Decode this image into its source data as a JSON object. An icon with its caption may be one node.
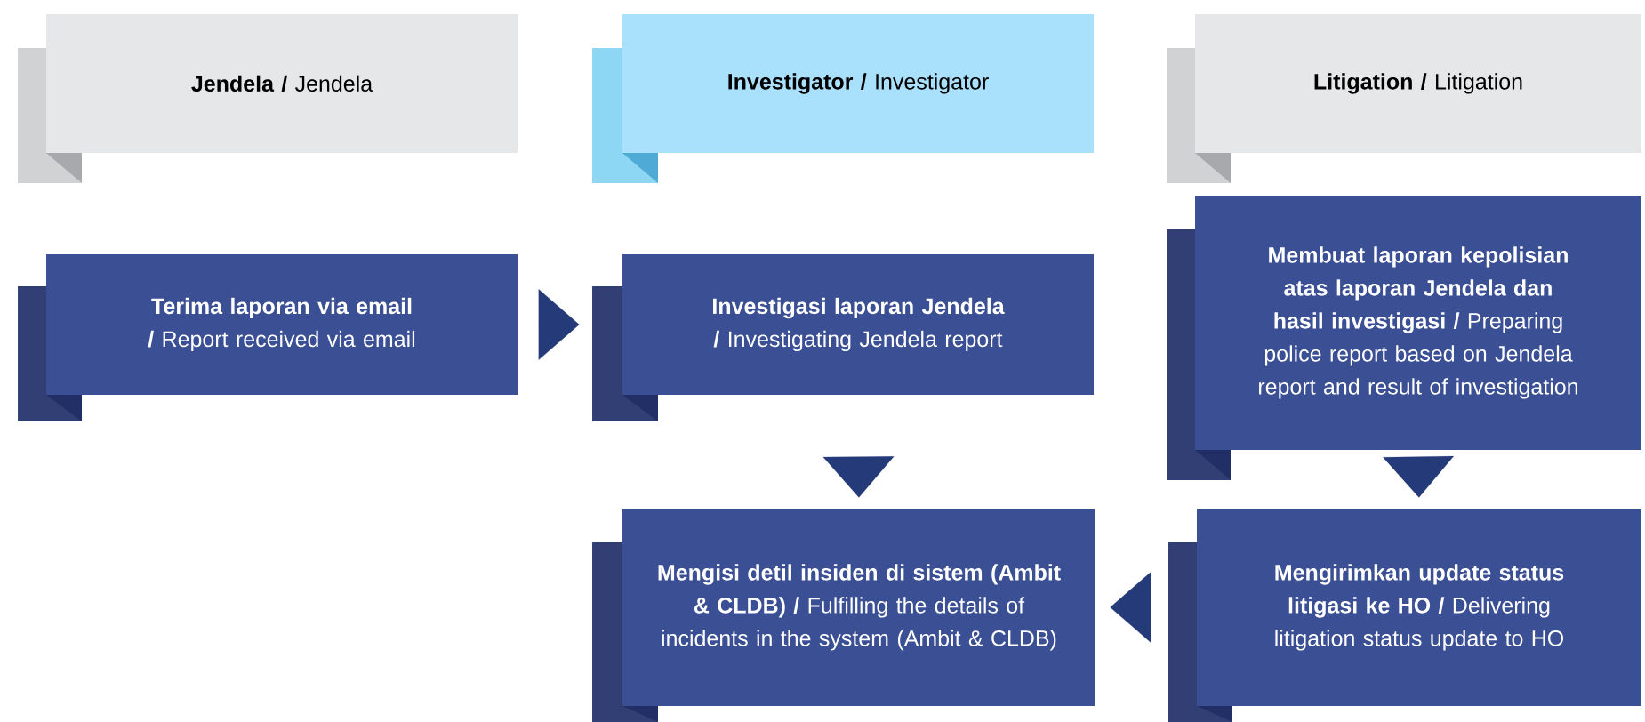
{
  "diagram": {
    "nodes": [
      {
        "text": [
          "**Jendela /** Jendela"
        ]
      },
      {
        "text": [
          "**Investigator /** Investigator"
        ]
      },
      {
        "text": [
          "**Litigation /** Litigation"
        ]
      },
      {
        "text": [
          "**Terima laporan via email /** Report received via email"
        ]
      },
      {
        "text": [
          "**Investigasi laporan Jendela /** Investigating Jendela report"
        ]
      },
      {
        "text": [
          "**Membuat laporan kepolisian atas laporan Jendela dan hasil investigasi /** Preparing police report based on Jendela report and result of investigation"
        ]
      },
      {
        "text": [
          "**Mengisi detil insiden di sistem (Ambit & CLDB) /** Fulfilling the details of incidents in the system (Ambit & CLDB)"
        ]
      },
      {
        "text": [
          "**Mengirimkan update status litigasi ke HO /** Delivering litigation status update to HO"
        ]
      }
    ],
    "edges": [
      {
        "from": 3,
        "to": 4,
        "arrow": "to"
      },
      {
        "from": 4,
        "to": 6,
        "arrow": "to"
      },
      {
        "from": 5,
        "to": 7,
        "arrow": "to"
      },
      {
        "from": 7,
        "to": 6,
        "arrow": "to"
      }
    ]
  }
}
